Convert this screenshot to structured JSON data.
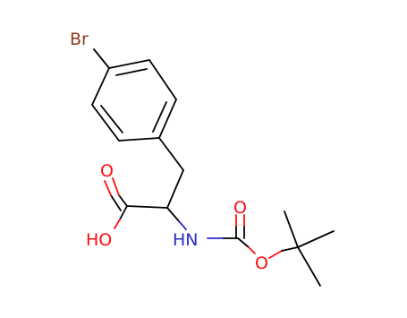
{
  "atoms": {
    "bromine": "Br",
    "carbonyl_oxygen_acid": "O",
    "hydroxyl": "HO",
    "amine": "HN",
    "carbonyl_oxygen_boc": "O",
    "ester_oxygen": "O"
  },
  "colors": {
    "bromine": "#8b3a1e",
    "oxygen": "#ff0d0d",
    "nitrogen": "#2a2ac8",
    "carbon_bond": "#000000",
    "background": "#ffffff"
  }
}
